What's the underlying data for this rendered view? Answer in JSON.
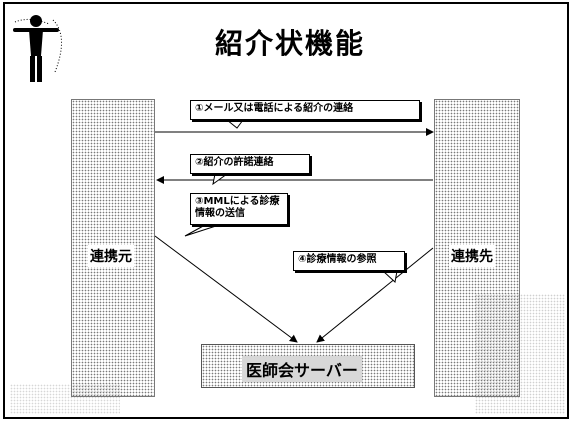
{
  "title": "紹介状機能",
  "nodes": {
    "left": "連携元",
    "right": "連携先",
    "server": "医師会サーバー"
  },
  "messages": {
    "m1": "①メール又は電話による紹介の連絡",
    "m2": "②紹介の許諾連絡",
    "m3": "③MMLによる診療情報の送信",
    "m4": "④診療情報の参照"
  },
  "colors": {
    "stroke": "#000000",
    "texture": "#7a7a7a",
    "server_fill": "#d8d8d8"
  },
  "icons": {
    "logo": "human-figure-icon"
  }
}
